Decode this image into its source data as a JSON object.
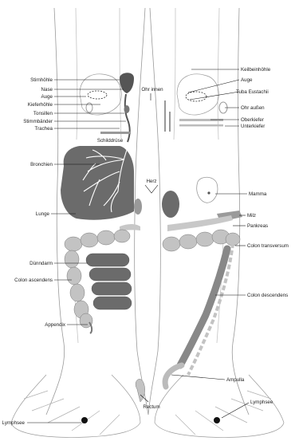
{
  "colors": {
    "organ_dark": "#666666",
    "organ_mid": "#999999",
    "organ_light": "#bdbdbd",
    "outline": "#8a8a8a",
    "leader": "#111111"
  },
  "labels": {
    "stirnhoehle": "Stirnhöhle",
    "nase": "Nase",
    "auge_left": "Auge",
    "kieferhoehle": "Kieferhöhle",
    "tonsillen": "Tonsillen",
    "stimmbaender": "Stimmbänder",
    "trachea": "Trachea",
    "schilddruese": "Schilddrüse",
    "bronchien": "Bronchien",
    "lunge": "Lunge",
    "duenndarm": "Dünndarm",
    "colon_ascendens": "Colon ascendens",
    "appendix": "Appendix",
    "lymphsee_left": "Lymphsee",
    "ohr_innen": "Ohr innen",
    "herz": "Herz",
    "rectum": "Rectum",
    "keilbeinhoehle": "Keilbeinhöhle",
    "auge_right": "Auge",
    "tuba_eustachii": "Tuba Eustachii",
    "ohr_aussen": "Ohr außen",
    "oberkiefer": "Oberkiefer",
    "unterkiefer": "Unterkiefer",
    "mamma": "Mamma",
    "milz": "Milz",
    "pankreas": "Pankreas",
    "colon_transversum": "Colon transversum",
    "colon_descendens": "Colon descendens",
    "ampulla": "Ampulla",
    "lymphsee_right": "Lymphsee"
  }
}
